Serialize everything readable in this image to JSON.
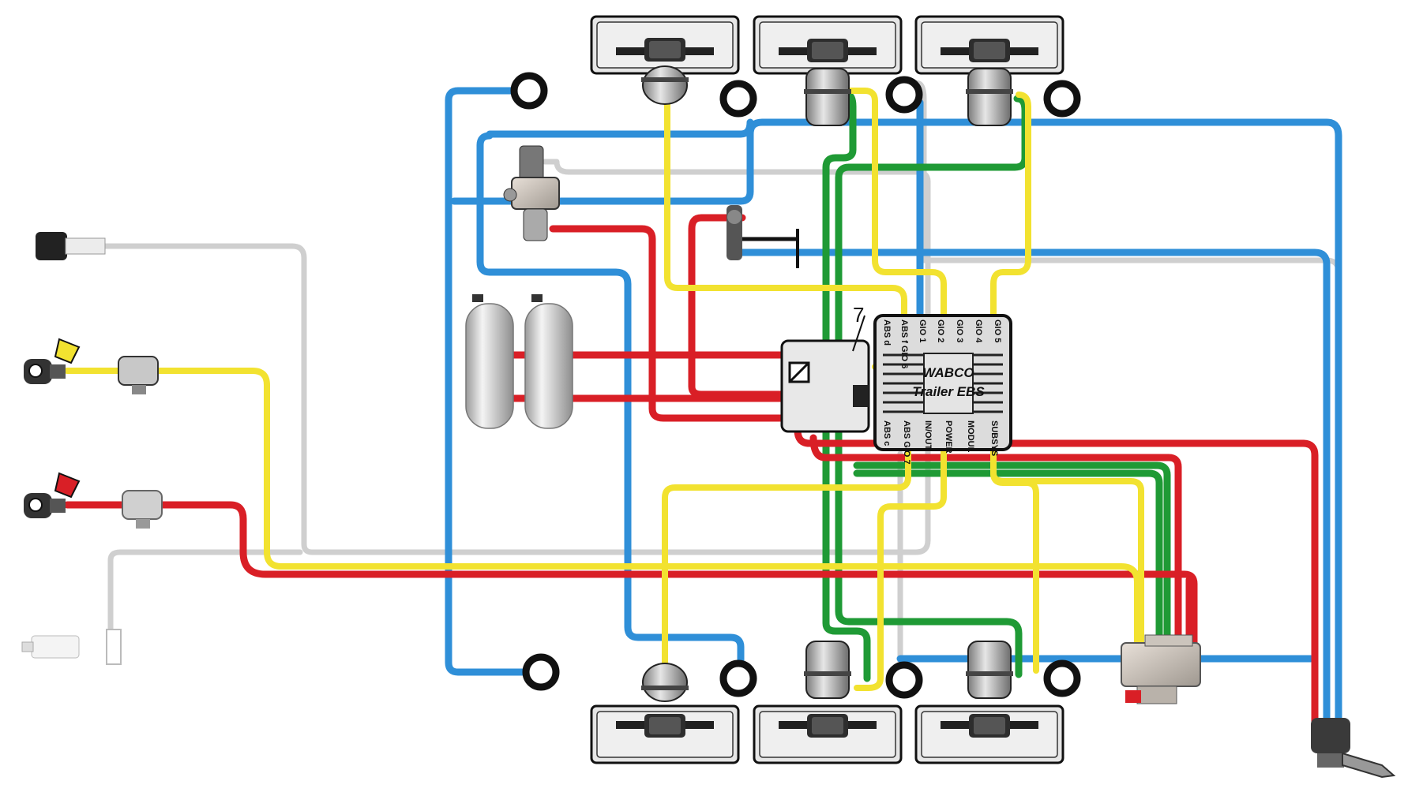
{
  "diagram": {
    "module": {
      "brand": "WABCO",
      "name": "Trailer EBS",
      "top_ports": [
        "ABS d",
        "ABS f GIO 6",
        "GIO 1",
        "GIO 2",
        "GIO 3",
        "GIO 4",
        "GIO 5"
      ],
      "bottom_ports": [
        "ABS c",
        "ABS GIO 7",
        "IN/OUT",
        "POWER",
        "MODUL",
        "SUBSYS"
      ]
    },
    "callout": "7",
    "colors": {
      "supply_red": "#d91f26",
      "control_yellow": "#f2e230",
      "delivery_blue": "#2f8fd8",
      "sensor_green": "#1f9a35",
      "electric_grey": "#cfcfcf",
      "outline": "#111111"
    }
  }
}
